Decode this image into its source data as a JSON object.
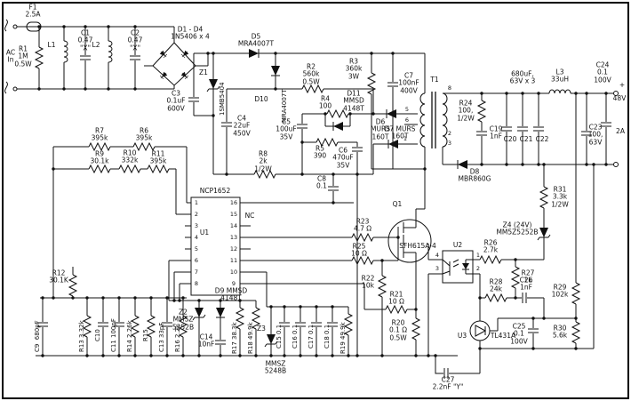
{
  "colors": {
    "ink": "#111111",
    "bg": "#ffffff"
  },
  "labels": {
    "f1": "F1\n2.5A",
    "ac_in": "AC\nIn",
    "r1": "R1\n1M\n0.5W",
    "l1": "L1",
    "c1": "C1\n0.47\n\"X\"",
    "l2": "L2",
    "c2": "C2\n0.47\n\"X\"",
    "d1_4": "D1 - D4\n1N5406 x 4",
    "c3": "C3\n0.1uF\n600V",
    "z1": "Z1",
    "z1_part": "1SMB5404",
    "d5": "D5\nMRA4007T",
    "d10": "D10",
    "d10_part": "MRA4007T",
    "c4": "C4\n22uF\n450V",
    "r2": "R2\n560k\n0.5W",
    "r3": "R3\n360k\n3W",
    "r4": "R4\n100",
    "d11": "D11\nMMSD\n4148T",
    "c7": "C7\n100nF\n400V",
    "d6": "D6\nMURS\n160T",
    "c5": "C5\n100uF\n35V",
    "r5": "R5\n390",
    "c6": "C6\n470uF\n35V",
    "d7": "D7 MURS\n160T",
    "t1": "T1",
    "pin8": "8",
    "pin5": "5",
    "pin6": "6",
    "pin1": "1",
    "pin2": "2",
    "pin3": "3",
    "r24": "R24\n100,\n1/2W",
    "c19": "C19\n1nF",
    "cap_bank": "680uF,\n63V x 3",
    "c20": "C20",
    "c21": "C21",
    "c22": "C22",
    "l3": "L3\n33uH",
    "c24": "C24\n0.1\n100V",
    "out_plus": "+",
    "out_v": "48V",
    "out_i": "2A",
    "c23": "C23\n100,\n63V",
    "d8": "D8\nMBR860G",
    "r7": "R7\n395k",
    "r6": "R6\n395k",
    "r9": "R9\n30.1k",
    "r10": "R10\n332k",
    "r11": "R11\n395k",
    "r8": "R8\n2k\n1/2W",
    "u1_name": "NCP1652",
    "u1_ref": "U1",
    "nc": "NC",
    "c8": "C8\n0.1",
    "r23": "R23\n4.7 Ω",
    "q1": "Q1",
    "r25": "R25\n10 Ω",
    "r22": "R22\n10k",
    "u2_part": "SFH615A-4",
    "u2_ref": "U2",
    "u2p4": "4",
    "u2p3": "3",
    "u2p1": "1",
    "u2p2": "2",
    "r26": "R26\n2.7k",
    "r31": "R31\n3.3k\n1/2W",
    "z4": "Z4 (24V)\nMM5Z5252B",
    "r27": "R27\n1k",
    "r28": "R28\n24k",
    "c26": "C26\n1nF",
    "r29": "R29\n102k",
    "r30": "R30\n5.6k",
    "c25": "C25\n0.1\n100V",
    "u3_ref": "U3",
    "u3_part": "TL431A",
    "r21": "R21\n10 Ω",
    "r20": "R20\n0.1 Ω\n0.5W",
    "c27": "C27\n2.2nF \"Y\"",
    "z3": "Z3",
    "z3_part": "MMSZ\n5248B",
    "r12": "R12\n30.1K",
    "z2": "Z2\nMMSZ\n5252B",
    "d9": "D9 MMSD\n4148T",
    "c14": "C14\n10nF",
    "c9": "C9  680pF",
    "r13": "R13 3.32k",
    "c10": "C10",
    "c11": "C11 100pF",
    "r14": "R14 2.26k",
    "r15": "R15",
    "c13": "C13 33pF",
    "r16": "R16 2.2k",
    "r17": "R17 38.3k",
    "r18": "R18 49.9k",
    "c15": "C15 0.1",
    "c16": "C16 0.1",
    "c17": "C17 0.1",
    "c18": "C18 0.1",
    "r19": "R19 49.9k"
  },
  "u1": {
    "pins_left": [
      "1",
      "2",
      "3",
      "4",
      "5",
      "6",
      "7",
      "8"
    ],
    "pins_right": [
      "16",
      "15",
      "14",
      "13",
      "12",
      "11",
      "10",
      "9"
    ]
  }
}
